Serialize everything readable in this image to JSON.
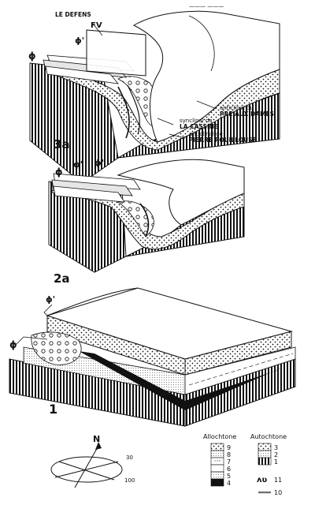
{
  "header_scribble": "——— ———",
  "block_3a": {
    "caption": "3a",
    "phi": "ϕ",
    "phi_prime": "ϕ'",
    "fv": "FV",
    "le_defens": "LE DEFENS",
    "anticlinal_pre_line1": "anticlinal du",
    "anticlinal_pre_line2": "PRE AUX DAMES",
    "synclinal_line1": "synclinal de",
    "synclinal_line2": "LA CASSINE",
    "anticlinal_pierre_line1": "anticlinal de",
    "anticlinal_pierre_line2": "PIERRE POUILLOUSE"
  },
  "block_2a": {
    "caption": "2a",
    "phi": "ϕ",
    "phi_prime_1": "ϕ'",
    "phi_prime_2": "ϕ'"
  },
  "block_1": {
    "caption": "1",
    "phi": "ϕ",
    "phi_prime": "ϕ'"
  },
  "compass": {
    "north": "N",
    "label_30": "30",
    "label_100": "100"
  },
  "legend": {
    "allochtone": "Allochtone",
    "autochtone": "Autochtone",
    "allochtone_items": [
      "9",
      "8",
      "7",
      "6",
      "5",
      "4"
    ],
    "autochtone_items": [
      "3",
      "2",
      "1"
    ],
    "item_11": "11",
    "item_11_symbol": "ʌʋ",
    "item_10": "10"
  }
}
